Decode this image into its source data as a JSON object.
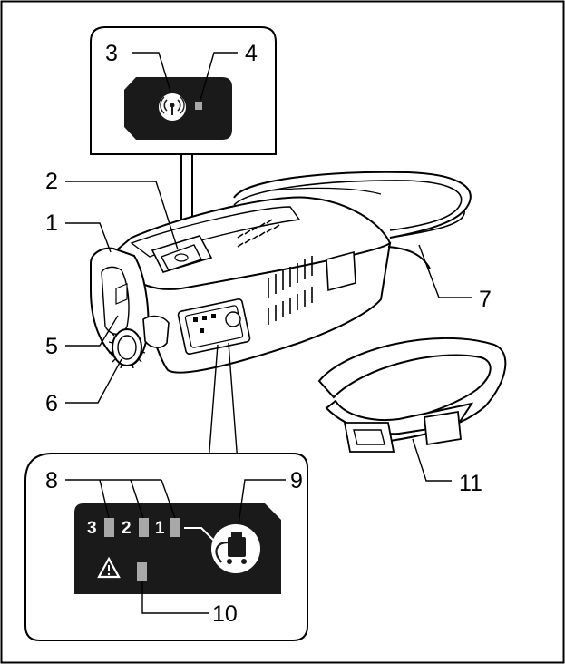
{
  "callouts": {
    "c1": "1",
    "c2": "2",
    "c3": "3",
    "c4": "4",
    "c5": "5",
    "c6": "6",
    "c7": "7",
    "c8": "8",
    "c9": "9",
    "c10": "10",
    "c11": "11"
  },
  "panel": {
    "level3": "3",
    "level2": "2",
    "level1": "1"
  },
  "colors": {
    "ink": "#000000",
    "panel_bg": "#1a1a1a",
    "led_gray": "#a8a8a8",
    "body_fill": "#ffffff"
  }
}
